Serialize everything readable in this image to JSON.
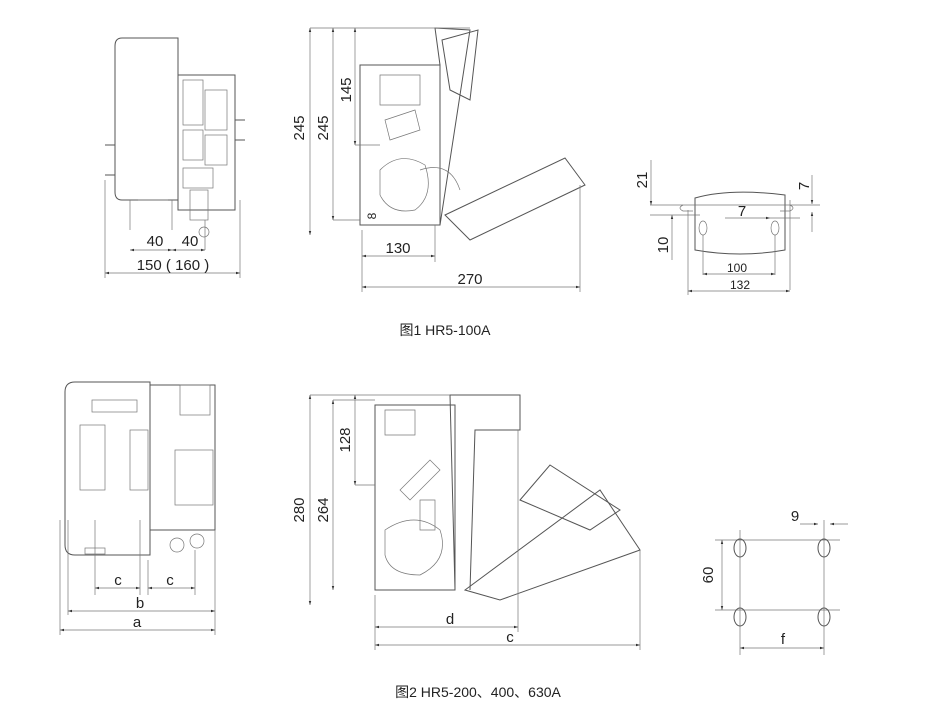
{
  "figure1": {
    "caption": "图1  HR5-100A",
    "front_view": {
      "dim_left": "40",
      "dim_right": "40",
      "dim_width": "150 ( 160 )"
    },
    "side_view": {
      "dim_height_outer": "245",
      "dim_height_inner": "245",
      "dim_upper": "145",
      "dim_small": "8",
      "dim_depth": "130",
      "dim_total": "270"
    },
    "rail_detail": {
      "dim_21": "21",
      "dim_7_right": "7",
      "dim_7_mid": "7",
      "dim_10": "10",
      "dim_100": "100",
      "dim_132": "132"
    }
  },
  "figure2": {
    "caption": "图2  HR5-200、400、630A",
    "front_view": {
      "dim_c1": "c",
      "dim_c2": "c",
      "dim_b": "b",
      "dim_a": "a"
    },
    "side_view": {
      "dim_280": "280",
      "dim_264": "264",
      "dim_128": "128",
      "dim_d": "d",
      "dim_c": "c"
    },
    "hole_pattern": {
      "dim_9": "9",
      "dim_60": "60",
      "dim_f": "f"
    }
  }
}
